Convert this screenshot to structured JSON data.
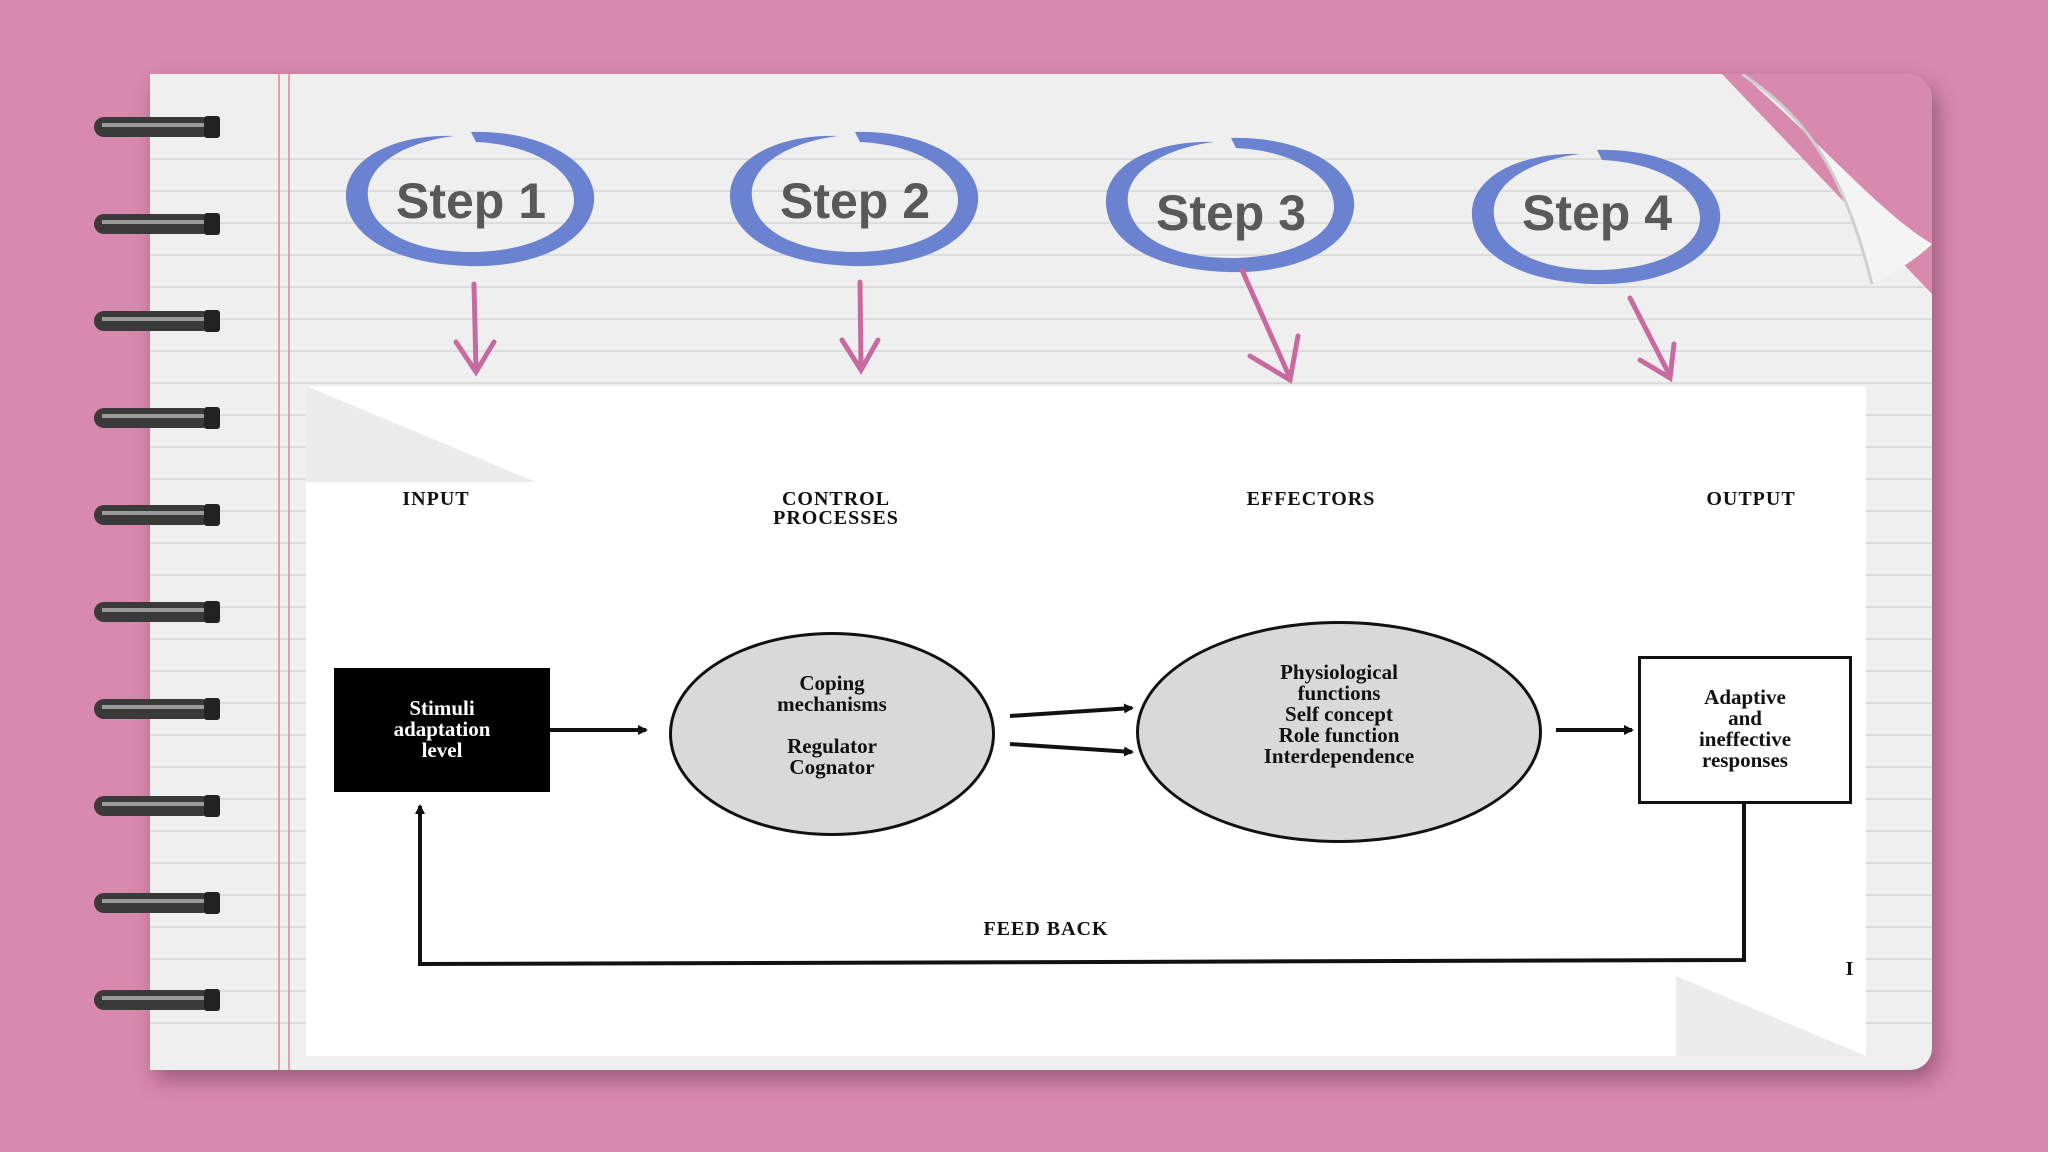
{
  "steps": [
    {
      "label": "Step 1"
    },
    {
      "label": "Step 2"
    },
    {
      "label": "Step 3"
    },
    {
      "label": "Step 4"
    }
  ],
  "diagram": {
    "headers": {
      "input": "INPUT",
      "control": "CONTROL\nPROCESSES",
      "effectors": "EFFECTORS",
      "output": "OUTPUT"
    },
    "nodes": {
      "stimuli": "Stimuli\nadaptation\nlevel",
      "coping": "Coping\nmechanisms\n\nRegulator\nCognator",
      "effectors": "Physiological\nfunctions\nSelf concept\nRole function\nInterdependence",
      "output": "Adaptive\nand\nineffective\nresponses"
    },
    "feedback_label": "FEED BACK",
    "corner_mark": "I"
  },
  "colors": {
    "background": "#d88aae",
    "step_ring": "#6a82cf",
    "step_arrow": "#c86aa0",
    "step_text": "#595959"
  }
}
